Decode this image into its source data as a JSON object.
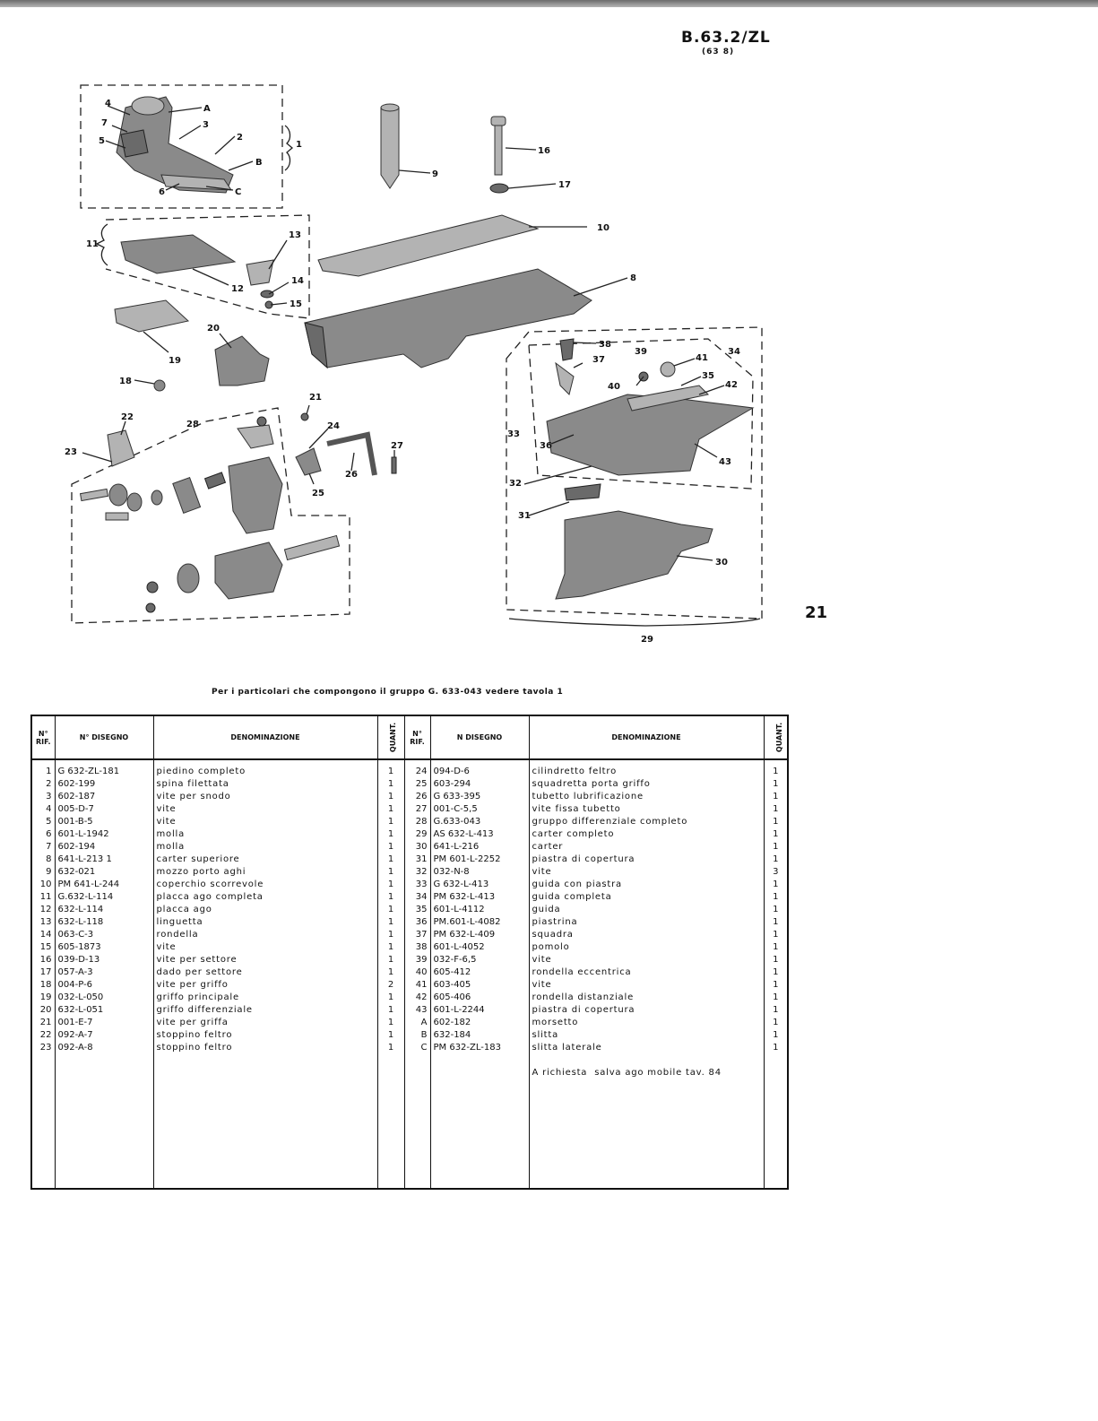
{
  "header": {
    "code": "B.63.2/ZL",
    "subcode": "(63 8)",
    "page_number": "21"
  },
  "diagram_labels": {
    "A": "A",
    "B": "B",
    "C": "C",
    "l1": "1",
    "l2": "2",
    "l3": "3",
    "l4": "4",
    "l5": "5",
    "l6": "6",
    "l7": "7",
    "l8": "8",
    "l9": "9",
    "l10": "10",
    "l11": "11",
    "l12": "12",
    "l13": "13",
    "l14": "14",
    "l15": "15",
    "l16": "16",
    "l17": "17",
    "l18": "18",
    "l19": "19",
    "l20": "20",
    "l21": "21",
    "l22": "22",
    "l23": "23",
    "l24": "24",
    "l25": "25",
    "l26": "26",
    "l27": "27",
    "l28": "28",
    "l29": "29",
    "l30": "30",
    "l31": "31",
    "l32": "32",
    "l33": "33",
    "l34": "34",
    "l35": "35",
    "l36": "36",
    "l37": "37",
    "l38": "38",
    "l39": "39",
    "l40": "40",
    "l41": "41",
    "l42": "42",
    "l43": "43"
  },
  "note": "Per i particolari che compongono il gruppo G. 633-043 vedere tavola 1",
  "table": {
    "headers": {
      "rif": "N° RIF.",
      "disegno_left": "N° DISEGNO",
      "denominazione": "DENOMINAZIONE",
      "quant": "QUANT.",
      "disegno_right": "N DISEGNO"
    },
    "left": {
      "n": "1\n2\n3\n4\n5\n6\n7\n8\n9\n10\n11\n12\n13\n14\n15\n16\n17\n18\n19\n20\n21\n22\n23",
      "disegno": "G 632-ZL-181\n602-199\n602-187\n005-D-7\n001-B-5\n601-L-1942\n602-194\n641-L-213 1\n632-021\nPM 641-L-244\nG.632-L-114\n632-L-114\n632-L-118\n063-C-3\n605-1873\n039-D-13\n057-A-3\n004-P-6\n032-L-050\n632-L-051\n001-E-7\n092-A-7\n092-A-8",
      "denominazione": "piedino completo\nspina filettata\nvite per snodo\nvite\nvite\nmolla\nmolla\ncarter superiore\nmozzo porto aghi\ncoperchio scorrevole\nplacca ago completa\nplacca ago\nlinguetta\nrondella\nvite\nvite per settore\ndado per settore\nvite per griffo\ngriffo principale\ngriffo differenziale\nvite per griffa\nstoppino feltro\nstoppino feltro",
      "quant": "1\n1\n1\n1\n1\n1\n1\n1\n1\n1\n1\n1\n1\n1\n1\n1\n1\n2\n1\n1\n1\n1\n1"
    },
    "right": {
      "n": "24\n25\n26\n27\n28\n29\n30\n31\n32\n33\n34\n35\n36\n37\n38\n39\n40\n41\n42\n43\nA\nB\nC",
      "disegno": "094-D-6\n603-294\nG 633-395\n001-C-5,5\nG.633-043\nAS 632-L-413\n641-L-216\nPM 601-L-2252\n032-N-8\nG 632-L-413\nPM 632-L-413\n601-L-4112\nPM.601-L-4082\nPM 632-L-409\n601-L-4052\n032-F-6,5\n605-412\n603-405\n605-406\n601-L-2244\n602-182\n632-184\nPM 632-ZL-183",
      "denominazione": "cilindretto feltro\nsquadretta porta griffo\ntubetto lubrificazione\nvite fissa tubetto\ngruppo differenziale completo\ncarter completo\ncarter\npiastra di copertura\nvite\nguida con piastra\nguida completa\nguida\npiastrina\nsquadra\npomolo\nvite\nrondella eccentrica\nvite\nrondella distanziale\npiastra di copertura\nmorsetto\nslitta\nslitta laterale\n\nA richiesta  salva ago mobile tav. 84",
      "quant": "1\n1\n1\n1\n1\n1\n1\n1\n3\n1\n1\n1\n1\n1\n1\n1\n1\n1\n1\n1\n1\n1\n1"
    }
  }
}
